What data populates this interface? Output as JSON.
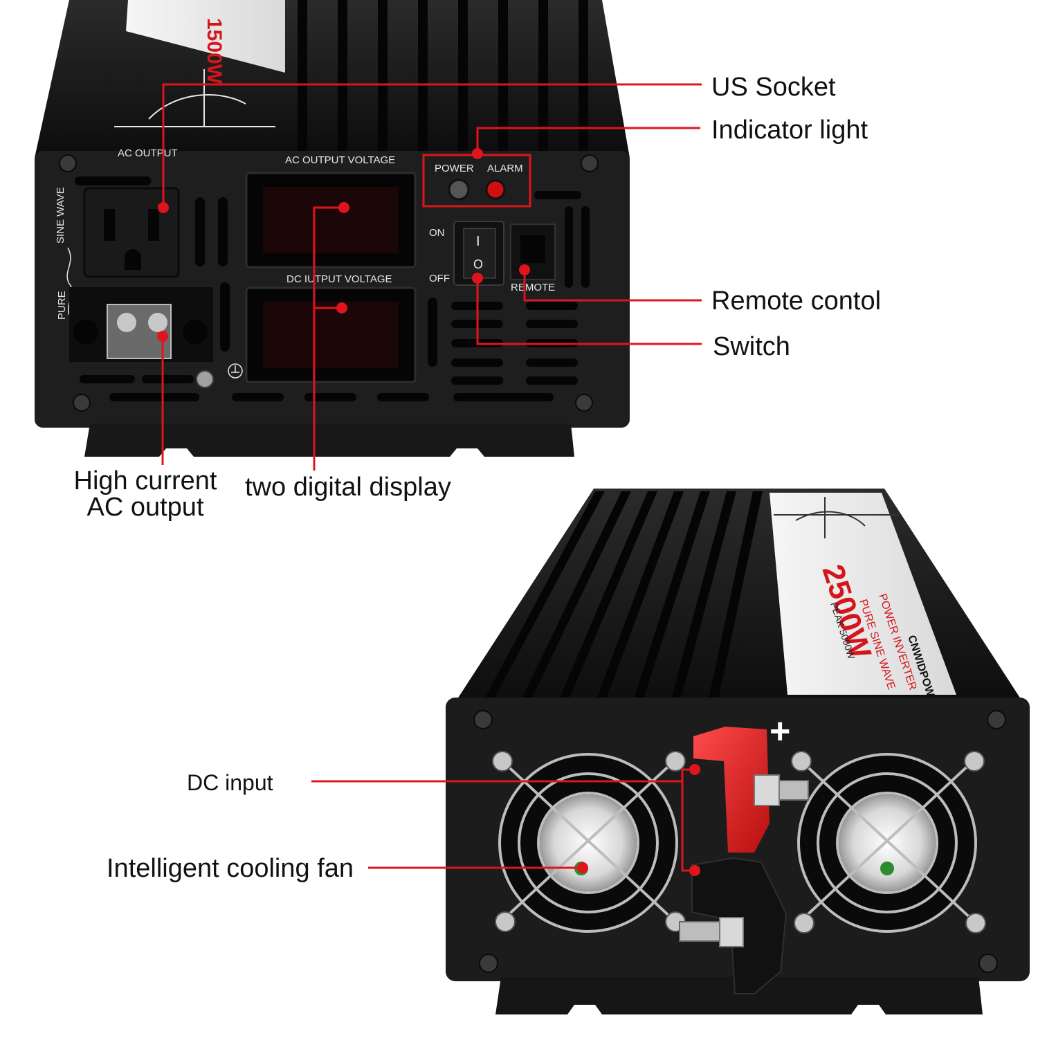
{
  "colors": {
    "body": "#131313",
    "panel": "#1d1d1d",
    "leader": "#e0141c",
    "dot": "#e0141c",
    "brand_red": "#d4161c",
    "label_white": "#e8e8e8",
    "terminal_red": "#e01f1f"
  },
  "top_unit": {
    "rating": "1500W",
    "panel_labels": {
      "ac_output": "AC OUTPUT",
      "ac_output_voltage": "AC OUTPUT VOLTAGE",
      "dc_input_voltage": "DC IUTPUT VOLTAGE",
      "power": "POWER",
      "alarm": "ALARM",
      "on": "ON",
      "off": "OFF",
      "remote": "REMOTE",
      "sine_wave": "SINE WAVE",
      "pure": "PURE"
    },
    "switch_glyphs": {
      "on": "I",
      "off": "O"
    },
    "ground_icon": "ground-icon",
    "socket_icon": "us-socket-icon"
  },
  "bottom_unit": {
    "rating": "2500W",
    "title": "POWER INVERTER",
    "subtitle": "PURE SINE WAVE",
    "peak": "PEAK 5000W",
    "brand": "CNWIDPOWER",
    "plus_sign": "+",
    "fan_icon": "cooling-fan-icon"
  },
  "callouts": {
    "us_socket": "US Socket",
    "indicator_light": "Indicator light",
    "remote_control": "Remote contol",
    "switch": "Switch",
    "high_current_line1": "High current",
    "high_current_line2": "AC output",
    "digital_display": "two digital display",
    "dc_input": "DC input",
    "cooling_fan": "Intelligent cooling fan"
  }
}
